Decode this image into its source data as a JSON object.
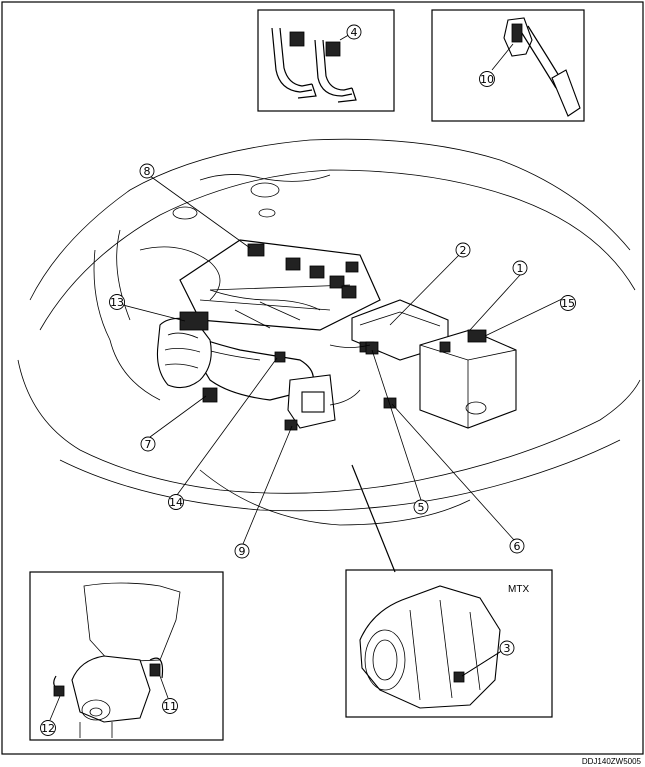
{
  "callouts": [
    {
      "id": "c1",
      "text": "1"
    },
    {
      "id": "c2",
      "text": "2"
    },
    {
      "id": "c3",
      "text": "3"
    },
    {
      "id": "c4",
      "text": "4"
    },
    {
      "id": "c5",
      "text": "5"
    },
    {
      "id": "c6",
      "text": "6"
    },
    {
      "id": "c7",
      "text": "7"
    },
    {
      "id": "c8",
      "text": "8"
    },
    {
      "id": "c9",
      "text": "9"
    },
    {
      "id": "c10",
      "text": "10"
    },
    {
      "id": "c11",
      "text": "11"
    },
    {
      "id": "c12",
      "text": "12"
    },
    {
      "id": "c13",
      "text": "13"
    },
    {
      "id": "c14",
      "text": "14"
    },
    {
      "id": "c15",
      "text": "15"
    }
  ],
  "inset_transmission": {
    "label": "MTX"
  },
  "figure_code": "DDJ140ZW5005"
}
